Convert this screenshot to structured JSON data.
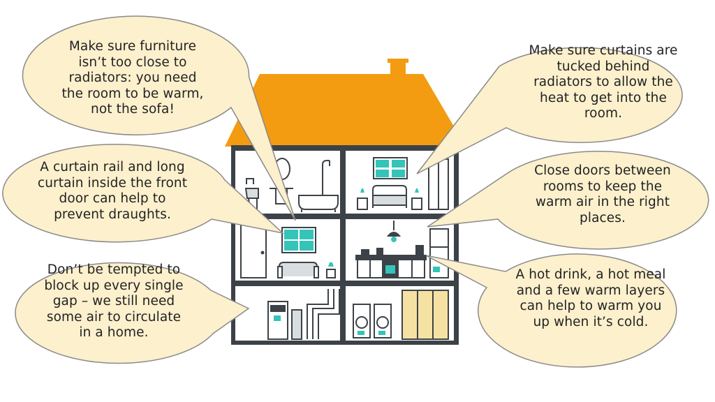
{
  "colors": {
    "roof": "#f39c12",
    "wall": "#3c4247",
    "bubble_fill": "#fcf0cd",
    "bubble_stroke": "#8a8a8a",
    "accent_teal": "#34c4b8",
    "fixture": "#ffffff"
  },
  "bubbles": {
    "furniture": "Make sure furniture isn’t too close to radiators: you need the room to be warm, not the sofa!",
    "curtain_rail": "A curtain rail and long curtain inside the front door can help to prevent draughts.",
    "gap": "Don’t be tempted to block up every single gap – we still need some air to circulate in a home.",
    "curtains_tucked": "Make sure curtains are tucked behind radiators to allow the heat to get into the room.",
    "close_doors": "Close doors between rooms to keep the warm air in the right places.",
    "hot_drink": "A hot drink, a hot meal and a few warm layers can help to warm you up when it’s cold."
  },
  "icons": {
    "house": "house-cutaway-icon",
    "bathroom": "bathtub-icon",
    "bedroom": "bed-icon",
    "living_room": "sofa-icon",
    "kitchen": "kitchen-icon",
    "basement": "boiler-icon",
    "laundry": "washing-machine-icon"
  }
}
